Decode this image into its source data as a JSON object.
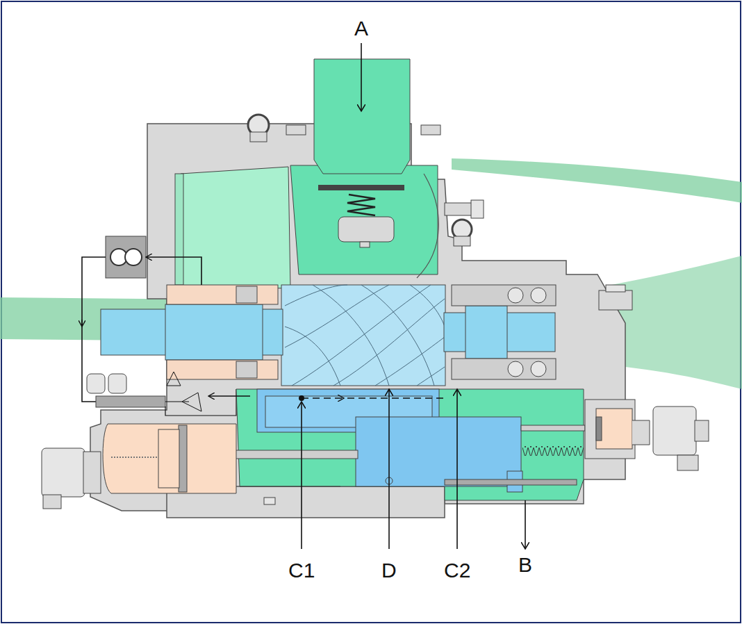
{
  "diagram": {
    "labels": [
      "A",
      "C1",
      "D",
      "C2",
      "B"
    ]
  }
}
